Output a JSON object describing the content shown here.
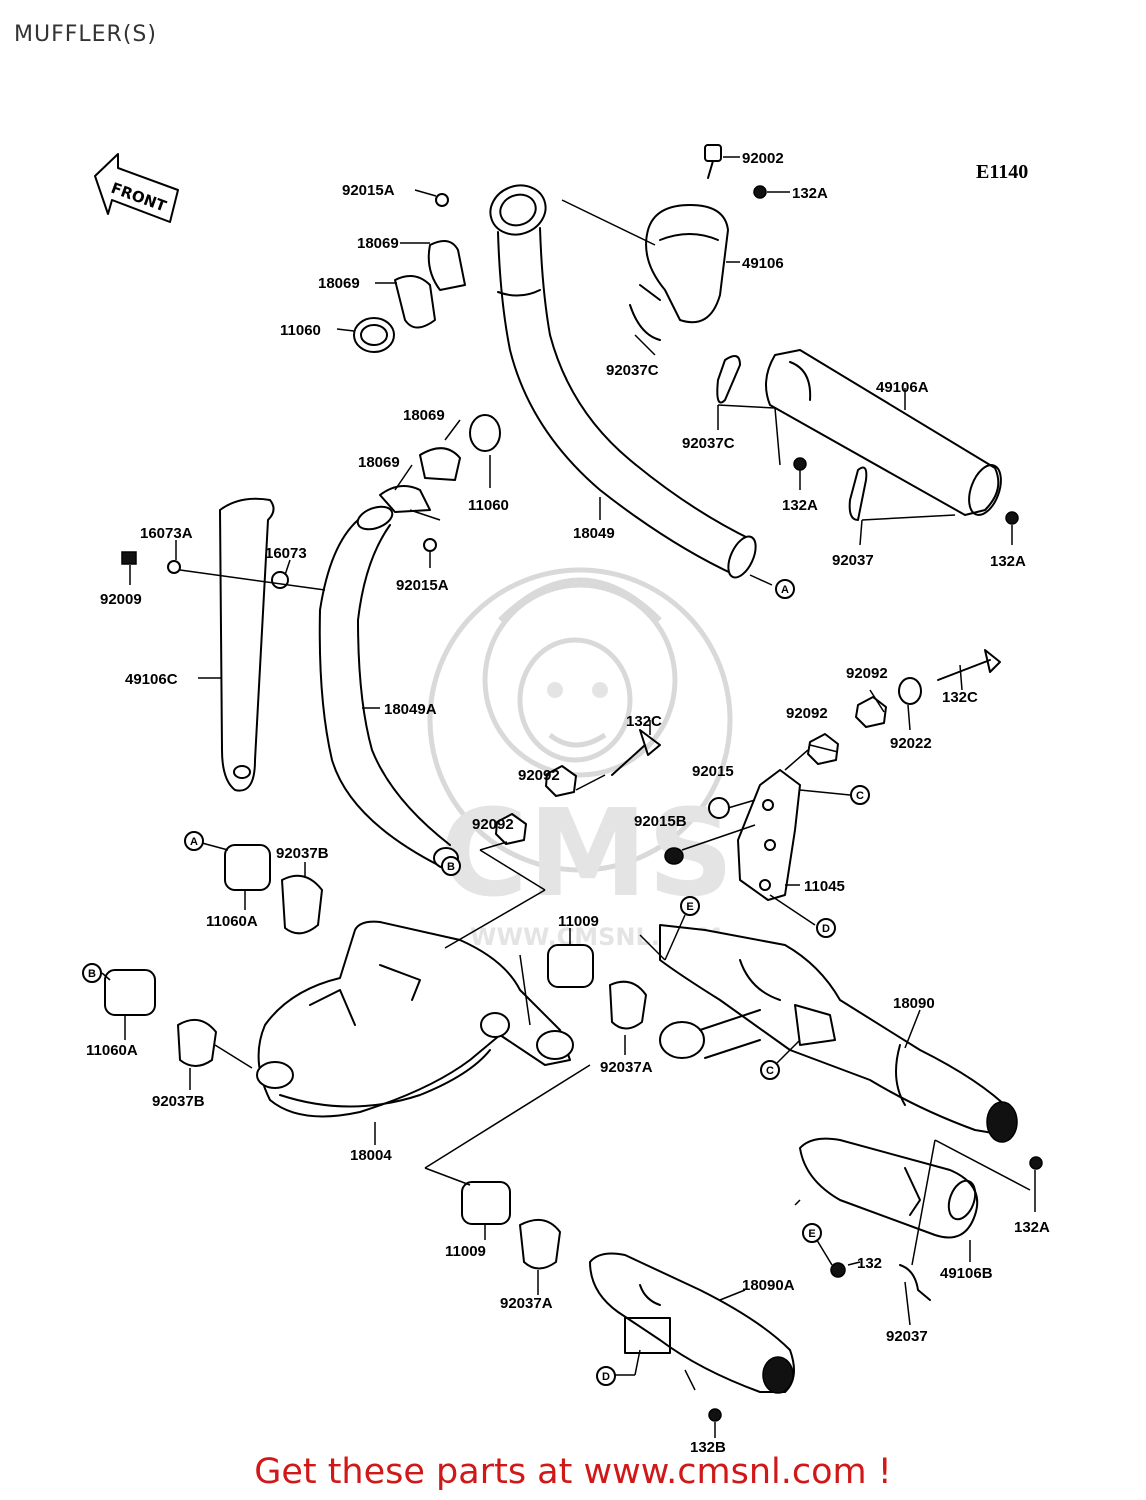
{
  "title": "MUFFLER(S)",
  "diagram_code": "E1140",
  "front_label": "FRONT",
  "footer": "Get these parts at www.cmsnl.com !",
  "watermark": {
    "text": "CMS",
    "url_text": "WWW.CMSNL.COM"
  },
  "labels": {
    "p92002": "92002",
    "p132A_1": "132A",
    "p49106": "49106",
    "p92015A_1": "92015A",
    "p18069_1": "18069",
    "p18069_2": "18069",
    "p11060_1": "11060",
    "p92037C_1": "92037C",
    "p49106A": "49106A",
    "p92037C_2": "92037C",
    "p132A_2": "132A",
    "p18069_3": "18069",
    "p18069_4": "18069",
    "p11060_2": "11060",
    "p18049": "18049",
    "p92037_1": "92037",
    "p132A_3": "132A",
    "p16073A": "16073A",
    "p16073": "16073",
    "p92009": "92009",
    "p92015A_2": "92015A",
    "p49106C": "49106C",
    "p18049A": "18049A",
    "p92092_1": "92092",
    "p132C_1": "132C",
    "p92092_2": "92092",
    "p92022": "92022",
    "p132C_2": "132C",
    "p92092_3": "92092",
    "p92015": "92015",
    "p92092_4": "92092",
    "p92015B": "92015B",
    "p92037B_1": "92037B",
    "p11045": "11045",
    "p11060A_1": "11060A",
    "p11009_1": "11009",
    "p18090": "18090",
    "p11060A_2": "11060A",
    "p92037A_1": "92037A",
    "p92037B_2": "92037B",
    "p18004": "18004",
    "p132A_4": "132A",
    "p11009_2": "11009",
    "p49106B": "49106B",
    "p132": "132",
    "p92037A_2": "92037A",
    "p18090A": "18090A",
    "p92037_2": "92037",
    "p132B": "132B"
  },
  "refs": {
    "A1": "A",
    "A2": "A",
    "B1": "B",
    "B2": "B",
    "C1": "C",
    "C2": "C",
    "D1": "D",
    "D2": "D",
    "E1": "E",
    "E2": "E"
  }
}
